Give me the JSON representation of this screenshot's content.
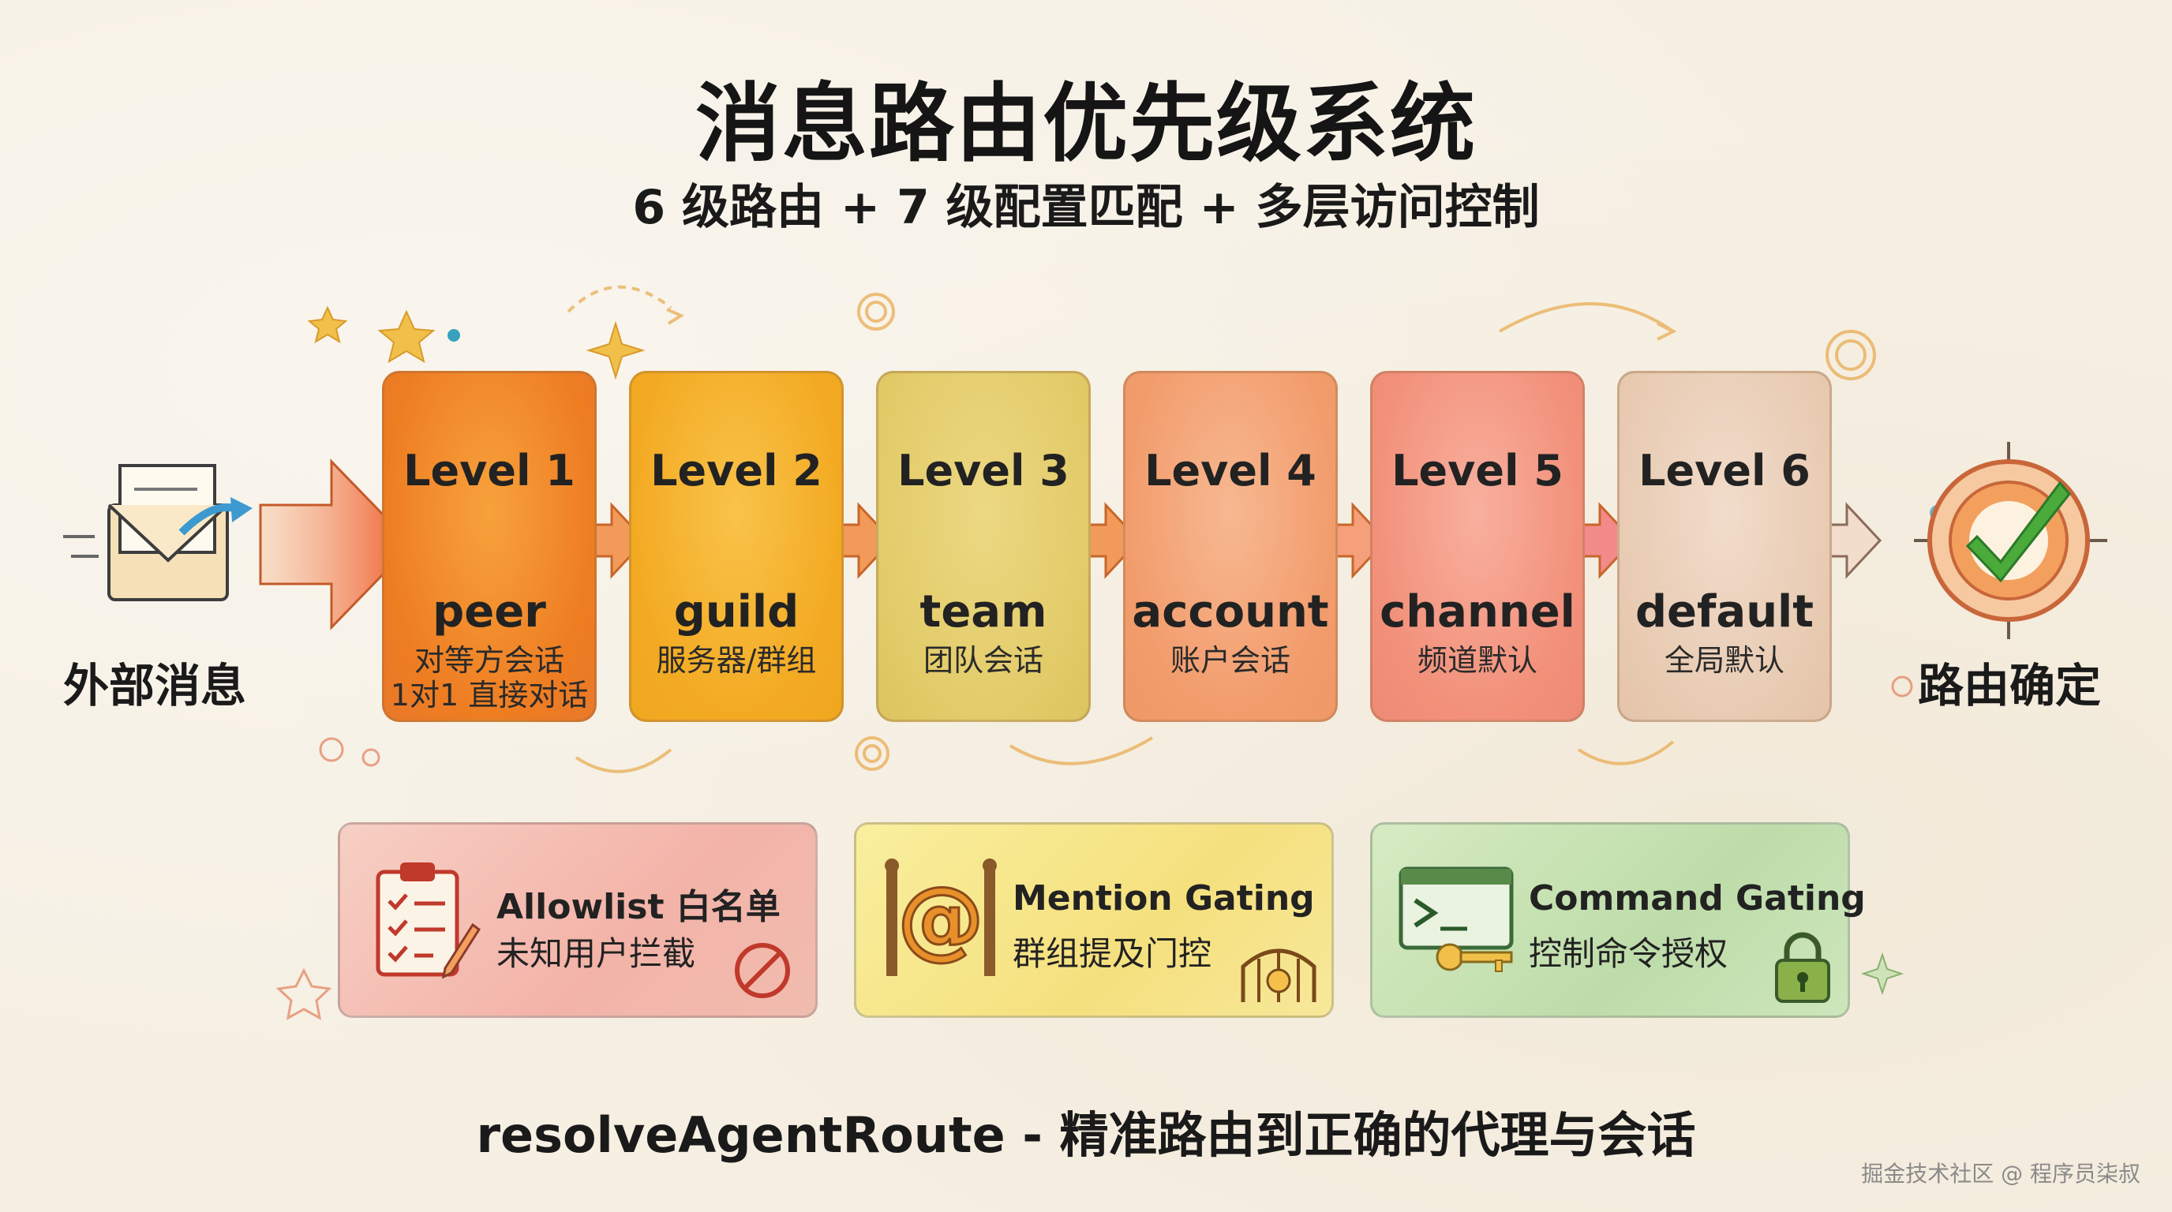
{
  "title": "消息路由优先级系统",
  "subtitle": "6 级路由 + 7 级配置匹配 + 多层访问控制",
  "input_label": "外部消息",
  "output_label": "路由确定",
  "levels": [
    {
      "level": "Level 1",
      "key": "peer",
      "desc": [
        "对等方会话",
        "1对1 直接对话"
      ],
      "color": "#ef8a2a"
    },
    {
      "level": "Level 2",
      "key": "guild",
      "desc": [
        "服务器/群组"
      ],
      "color": "#f5b22e"
    },
    {
      "level": "Level 3",
      "key": "team",
      "desc": [
        "团队会话"
      ],
      "color": "#e3cf6e"
    },
    {
      "level": "Level 4",
      "key": "account",
      "desc": [
        "账户会话"
      ],
      "color": "#f2a074"
    },
    {
      "level": "Level 5",
      "key": "channel",
      "desc": [
        "频道默认"
      ],
      "color": "#f39a83"
    },
    {
      "level": "Level 6",
      "key": "default",
      "desc": [
        "全局默认"
      ],
      "color": "#e9cdb4"
    }
  ],
  "controls": [
    {
      "title": "Allowlist 白名单",
      "desc": "未知用户拦截",
      "color": "#f3b7ad",
      "icon": "clipboard-checklist-icon"
    },
    {
      "title": "Mention Gating",
      "desc": "群组提及门控",
      "color": "#f7e68f",
      "icon": "at-sign-gate-icon"
    },
    {
      "title": "Command Gating",
      "desc": "控制命令授权",
      "color": "#c7e2b0",
      "icon": "terminal-key-icon"
    }
  ],
  "footer": "resolveAgentRoute - 精准路由到正确的代理与会话",
  "watermark": "掘金技术社区 @ 程序员柒叔"
}
